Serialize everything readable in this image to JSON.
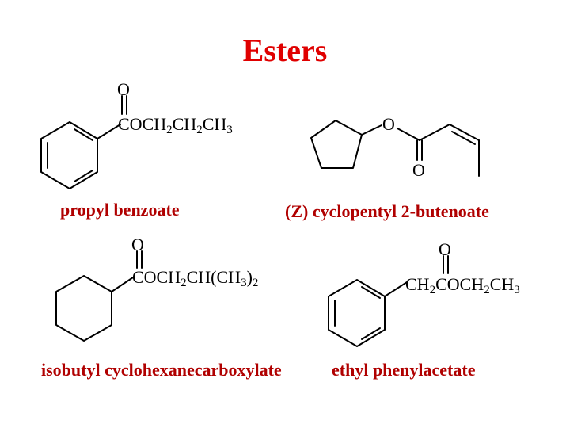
{
  "slide": {
    "title": "Esters",
    "title_color": "#e00000",
    "label_color": "#b00000"
  },
  "compounds": [
    {
      "name": "propyl benzoate",
      "carbonyl_o": "O",
      "formula": {
        "a": "COCH",
        "s1": "2",
        "b": "CH",
        "s2": "2",
        "c": "CH",
        "s3": "3"
      }
    },
    {
      "name": "(Z) cyclopentyl 2-butenoate",
      "ester_o": "O",
      "carbonyl_o": "O"
    },
    {
      "name": "isobutyl cyclohexanecarboxylate",
      "carbonyl_o": "O",
      "formula": {
        "a": "COCH",
        "s1": "2",
        "b": "CH(CH",
        "s2": "3",
        "c": ")",
        "s3": "2"
      }
    },
    {
      "name": "ethyl phenylacetate",
      "carbonyl_o": "O",
      "formula": {
        "a": "CH",
        "s1": "2",
        "b": "COCH",
        "s2": "2",
        "c": "CH",
        "s3": "3"
      }
    }
  ]
}
